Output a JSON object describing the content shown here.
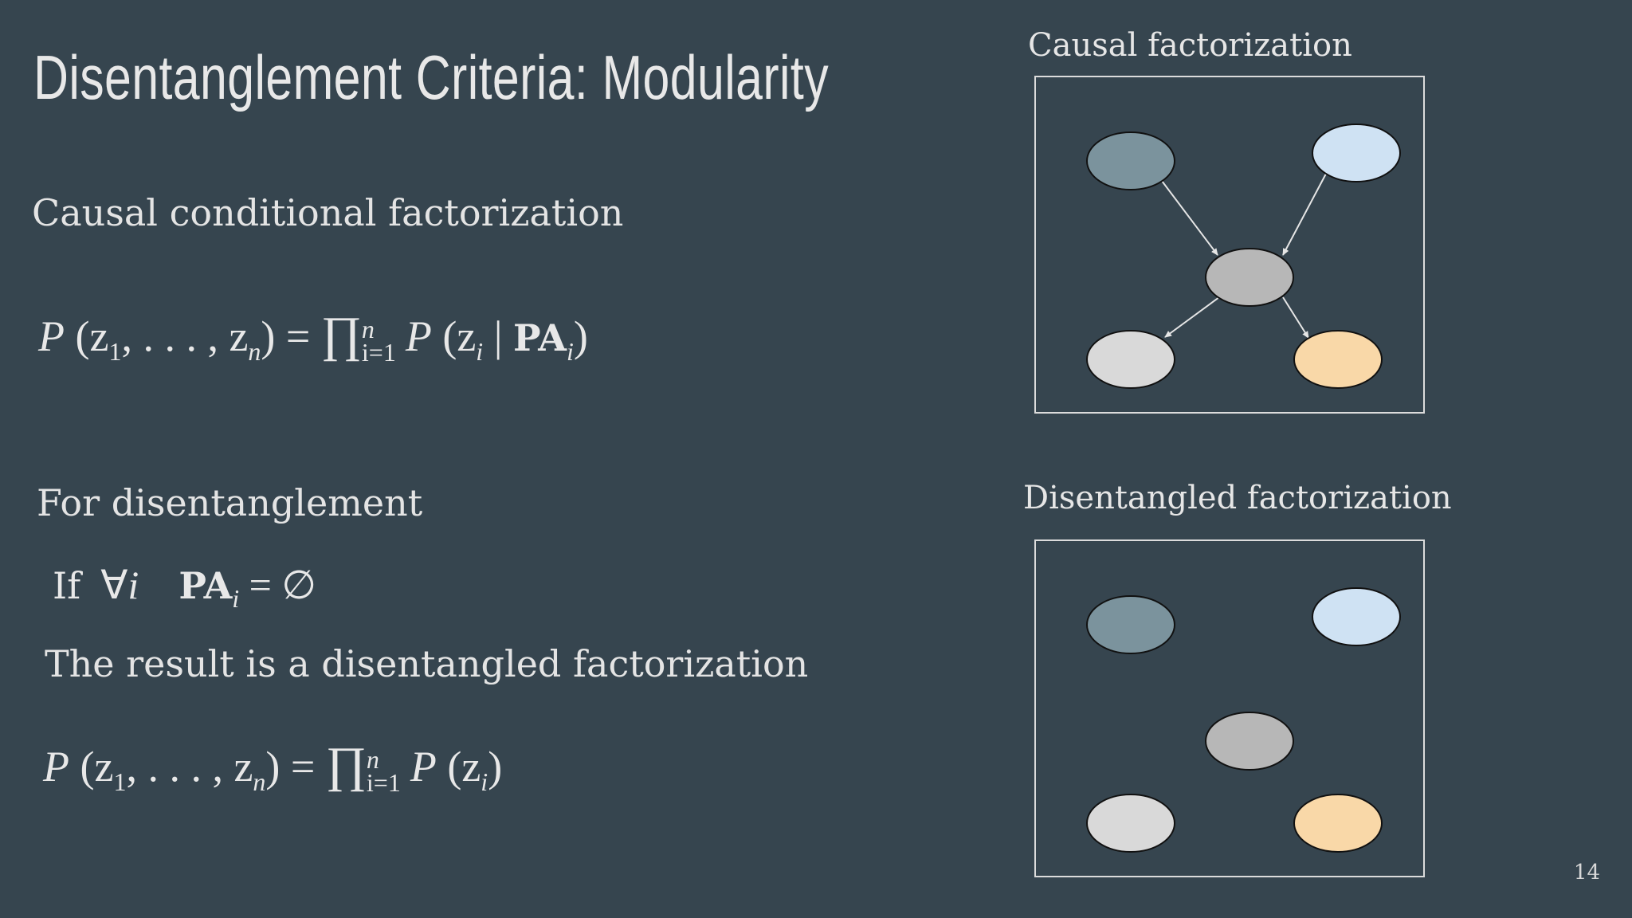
{
  "slide": {
    "title": "Disentanglement Criteria: Modularity",
    "page_number": "14"
  },
  "left": {
    "heading_causal": "Causal conditional factorization",
    "heading_disentangle": "For disentanglement",
    "result_text": "The result is a disentangled factorization",
    "eq1": {
      "lhs": "P (z₁, . . . , zₙ) =",
      "prod_top": "n",
      "prod_bottom": "i=1",
      "rhs": "P (zᵢ | PAᵢ)"
    },
    "eq2": "If ∀i   PAᵢ = ∅",
    "eq3": {
      "lhs": "P (z₁, . . . , zₙ) =",
      "prod_top": "n",
      "prod_bottom": "i=1",
      "rhs": "P (zᵢ)"
    }
  },
  "right": {
    "diagram1_label": "Causal factorization",
    "diagram2_label": "Disentangled factorization"
  },
  "colors": {
    "background": "#36454f",
    "node_slate": "#7b939d",
    "node_lightblue": "#cfe2f3",
    "node_gray": "#b7b7b7",
    "node_lightgray": "#d9d9d9",
    "node_peach": "#f9d8a8",
    "edge": "#e6e6e6"
  }
}
